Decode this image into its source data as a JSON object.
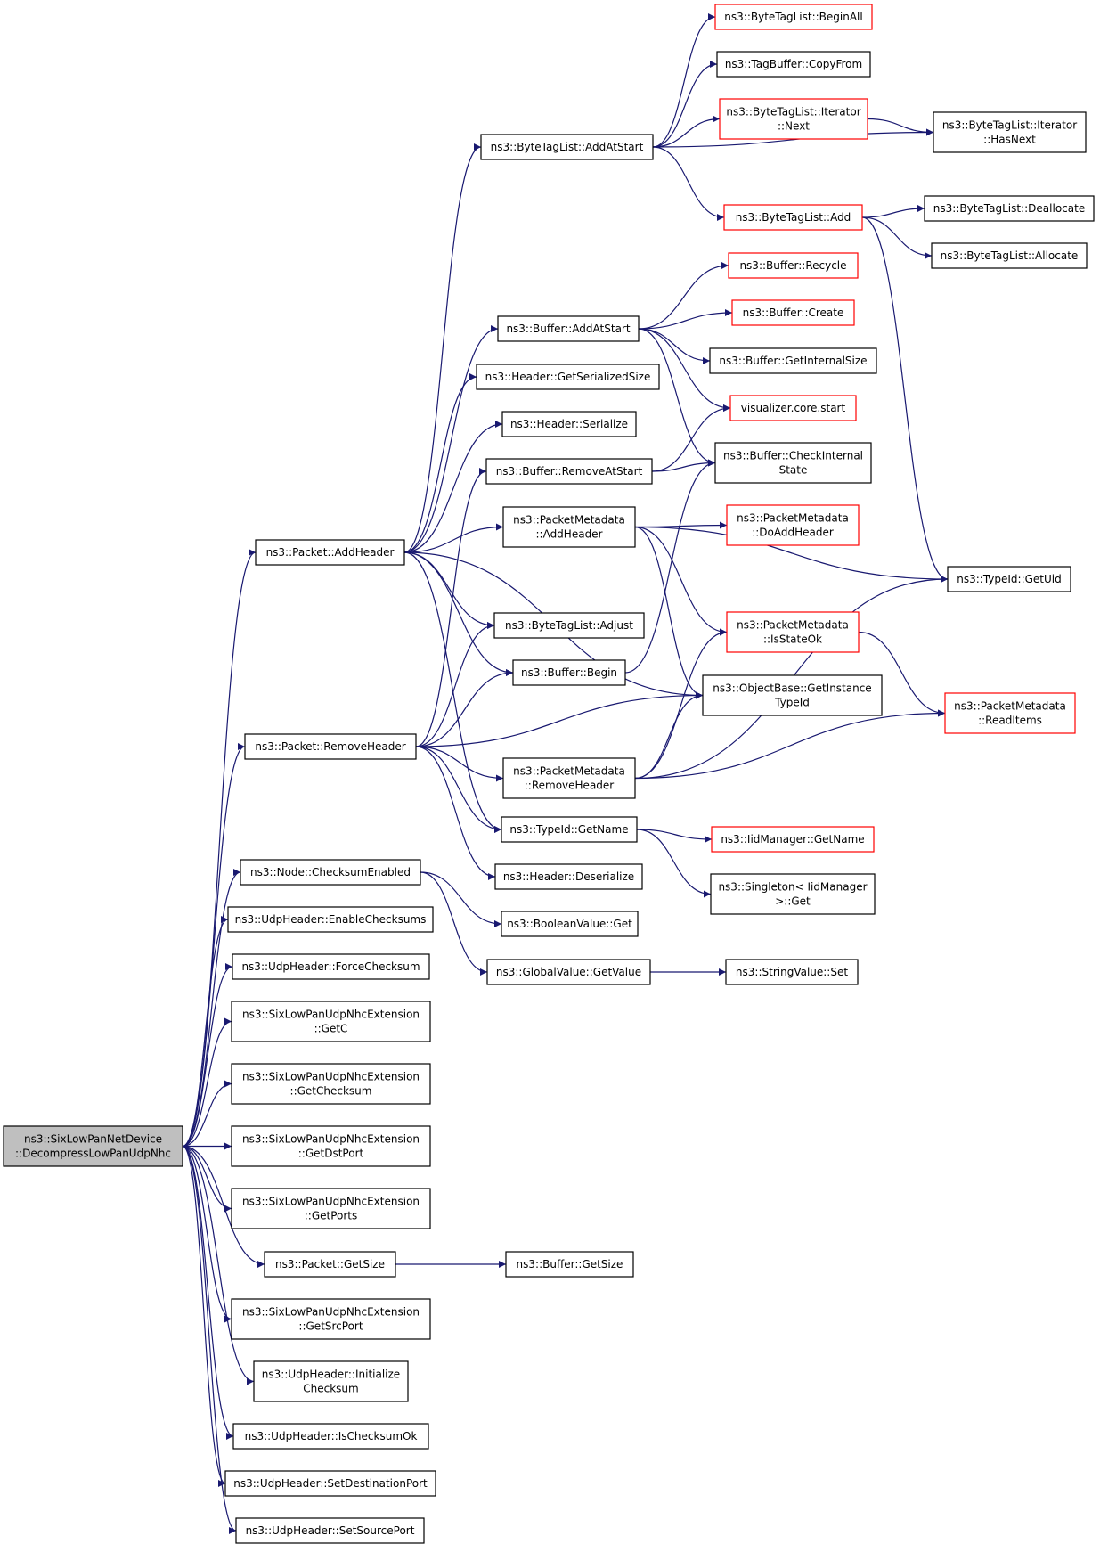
{
  "colors": {
    "edge": "#191970",
    "node_border": "#000000",
    "node_border_truncated": "#ff0000",
    "root_fill": "#bfbfbf",
    "node_fill": "#ffffff"
  },
  "nodes": [
    {
      "id": "root",
      "lines": [
        "ns3::SixLowPanNetDevice",
        "::DecompressLowPanUdpNhc"
      ],
      "style": "root"
    },
    {
      "id": "addHeader",
      "lines": [
        "ns3::Packet::AddHeader"
      ],
      "style": "normal"
    },
    {
      "id": "removeHeader",
      "lines": [
        "ns3::Packet::RemoveHeader"
      ],
      "style": "normal"
    },
    {
      "id": "checksumEnabled",
      "lines": [
        "ns3::Node::ChecksumEnabled"
      ],
      "style": "normal"
    },
    {
      "id": "enableChecksums",
      "lines": [
        "ns3::UdpHeader::EnableChecksums"
      ],
      "style": "normal"
    },
    {
      "id": "forceChecksum",
      "lines": [
        "ns3::UdpHeader::ForceChecksum"
      ],
      "style": "normal"
    },
    {
      "id": "getC",
      "lines": [
        "ns3::SixLowPanUdpNhcExtension",
        "::GetC"
      ],
      "style": "normal"
    },
    {
      "id": "getChecksum",
      "lines": [
        "ns3::SixLowPanUdpNhcExtension",
        "::GetChecksum"
      ],
      "style": "normal"
    },
    {
      "id": "getDstPort",
      "lines": [
        "ns3::SixLowPanUdpNhcExtension",
        "::GetDstPort"
      ],
      "style": "normal"
    },
    {
      "id": "getPorts",
      "lines": [
        "ns3::SixLowPanUdpNhcExtension",
        "::GetPorts"
      ],
      "style": "normal"
    },
    {
      "id": "packetGetSize",
      "lines": [
        "ns3::Packet::GetSize"
      ],
      "style": "normal"
    },
    {
      "id": "getSrcPort",
      "lines": [
        "ns3::SixLowPanUdpNhcExtension",
        "::GetSrcPort"
      ],
      "style": "normal"
    },
    {
      "id": "initChecksum",
      "lines": [
        "ns3::UdpHeader::Initialize",
        "Checksum"
      ],
      "style": "normal"
    },
    {
      "id": "isChecksumOk",
      "lines": [
        "ns3::UdpHeader::IsChecksumOk"
      ],
      "style": "normal"
    },
    {
      "id": "setDstPort",
      "lines": [
        "ns3::UdpHeader::SetDestinationPort"
      ],
      "style": "normal"
    },
    {
      "id": "setSrcPort",
      "lines": [
        "ns3::UdpHeader::SetSourcePort"
      ],
      "style": "normal"
    },
    {
      "id": "btlAddAtStart",
      "lines": [
        "ns3::ByteTagList::AddAtStart"
      ],
      "style": "normal"
    },
    {
      "id": "bufAddAtStart",
      "lines": [
        "ns3::Buffer::AddAtStart"
      ],
      "style": "normal"
    },
    {
      "id": "hdrGetSerSize",
      "lines": [
        "ns3::Header::GetSerializedSize"
      ],
      "style": "normal"
    },
    {
      "id": "hdrSerialize",
      "lines": [
        "ns3::Header::Serialize"
      ],
      "style": "normal"
    },
    {
      "id": "bufRemoveAtStart",
      "lines": [
        "ns3::Buffer::RemoveAtStart"
      ],
      "style": "normal"
    },
    {
      "id": "pmAddHeader",
      "lines": [
        "ns3::PacketMetadata",
        "::AddHeader"
      ],
      "style": "normal"
    },
    {
      "id": "btlAdjust",
      "lines": [
        "ns3::ByteTagList::Adjust"
      ],
      "style": "normal"
    },
    {
      "id": "bufBegin",
      "lines": [
        "ns3::Buffer::Begin"
      ],
      "style": "normal"
    },
    {
      "id": "pmRemoveHeader",
      "lines": [
        "ns3::PacketMetadata",
        "::RemoveHeader"
      ],
      "style": "normal"
    },
    {
      "id": "tidGetName",
      "lines": [
        "ns3::TypeId::GetName"
      ],
      "style": "normal"
    },
    {
      "id": "hdrDeserialize",
      "lines": [
        "ns3::Header::Deserialize"
      ],
      "style": "normal"
    },
    {
      "id": "boolGet",
      "lines": [
        "ns3::BooleanValue::Get"
      ],
      "style": "normal"
    },
    {
      "id": "gvGetValue",
      "lines": [
        "ns3::GlobalValue::GetValue"
      ],
      "style": "normal"
    },
    {
      "id": "bufGetSize",
      "lines": [
        "ns3::Buffer::GetSize"
      ],
      "style": "normal"
    },
    {
      "id": "btlBeginAll",
      "lines": [
        "ns3::ByteTagList::BeginAll"
      ],
      "style": "truncated"
    },
    {
      "id": "tbCopyFrom",
      "lines": [
        "ns3::TagBuffer::CopyFrom"
      ],
      "style": "normal"
    },
    {
      "id": "btliNext",
      "lines": [
        "ns3::ByteTagList::Iterator",
        "::Next"
      ],
      "style": "truncated"
    },
    {
      "id": "btlAdd",
      "lines": [
        "ns3::ByteTagList::Add"
      ],
      "style": "truncated"
    },
    {
      "id": "bufRecycle",
      "lines": [
        "ns3::Buffer::Recycle"
      ],
      "style": "truncated"
    },
    {
      "id": "bufCreate",
      "lines": [
        "ns3::Buffer::Create"
      ],
      "style": "truncated"
    },
    {
      "id": "bufGetInternalSize",
      "lines": [
        "ns3::Buffer::GetInternalSize"
      ],
      "style": "normal"
    },
    {
      "id": "vizStart",
      "lines": [
        "visualizer.core.start"
      ],
      "style": "truncated"
    },
    {
      "id": "bufCheckInternal",
      "lines": [
        "ns3::Buffer::CheckInternal",
        "State"
      ],
      "style": "normal"
    },
    {
      "id": "pmDoAddHeader",
      "lines": [
        "ns3::PacketMetadata",
        "::DoAddHeader"
      ],
      "style": "truncated"
    },
    {
      "id": "pmIsStateOk",
      "lines": [
        "ns3::PacketMetadata",
        "::IsStateOk"
      ],
      "style": "truncated"
    },
    {
      "id": "obGetInstTypeId",
      "lines": [
        "ns3::ObjectBase::GetInstance",
        "TypeId"
      ],
      "style": "normal"
    },
    {
      "id": "iidGetName",
      "lines": [
        "ns3::IidManager::GetName"
      ],
      "style": "truncated"
    },
    {
      "id": "singletonGet",
      "lines": [
        "ns3::Singleton< IidManager",
        ">::Get"
      ],
      "style": "normal"
    },
    {
      "id": "strSet",
      "lines": [
        "ns3::StringValue::Set"
      ],
      "style": "normal"
    },
    {
      "id": "btliHasNext",
      "lines": [
        "ns3::ByteTagList::Iterator",
        "::HasNext"
      ],
      "style": "normal"
    },
    {
      "id": "btlDealloc",
      "lines": [
        "ns3::ByteTagList::Deallocate"
      ],
      "style": "normal"
    },
    {
      "id": "btlAlloc",
      "lines": [
        "ns3::ByteTagList::Allocate"
      ],
      "style": "normal"
    },
    {
      "id": "tidGetUid",
      "lines": [
        "ns3::TypeId::GetUid"
      ],
      "style": "normal"
    },
    {
      "id": "pmReadItems",
      "lines": [
        "ns3::PacketMetadata",
        "::ReadItems"
      ],
      "style": "truncated"
    }
  ],
  "edges": [
    [
      "root",
      "addHeader"
    ],
    [
      "root",
      "removeHeader"
    ],
    [
      "root",
      "checksumEnabled"
    ],
    [
      "root",
      "enableChecksums"
    ],
    [
      "root",
      "forceChecksum"
    ],
    [
      "root",
      "getC"
    ],
    [
      "root",
      "getChecksum"
    ],
    [
      "root",
      "getDstPort"
    ],
    [
      "root",
      "getPorts"
    ],
    [
      "root",
      "packetGetSize"
    ],
    [
      "root",
      "getSrcPort"
    ],
    [
      "root",
      "initChecksum"
    ],
    [
      "root",
      "isChecksumOk"
    ],
    [
      "root",
      "setDstPort"
    ],
    [
      "root",
      "setSrcPort"
    ],
    [
      "addHeader",
      "btlAddAtStart"
    ],
    [
      "addHeader",
      "bufAddAtStart"
    ],
    [
      "addHeader",
      "hdrGetSerSize"
    ],
    [
      "addHeader",
      "hdrSerialize"
    ],
    [
      "addHeader",
      "pmAddHeader"
    ],
    [
      "addHeader",
      "btlAdjust"
    ],
    [
      "addHeader",
      "bufBegin"
    ],
    [
      "addHeader",
      "obGetInstTypeId"
    ],
    [
      "addHeader",
      "tidGetName"
    ],
    [
      "removeHeader",
      "bufRemoveAtStart"
    ],
    [
      "removeHeader",
      "btlAdjust"
    ],
    [
      "removeHeader",
      "bufBegin"
    ],
    [
      "removeHeader",
      "obGetInstTypeId"
    ],
    [
      "removeHeader",
      "pmRemoveHeader"
    ],
    [
      "removeHeader",
      "tidGetName"
    ],
    [
      "removeHeader",
      "hdrDeserialize"
    ],
    [
      "checksumEnabled",
      "boolGet"
    ],
    [
      "checksumEnabled",
      "gvGetValue"
    ],
    [
      "packetGetSize",
      "bufGetSize"
    ],
    [
      "btlAddAtStart",
      "btlBeginAll"
    ],
    [
      "btlAddAtStart",
      "tbCopyFrom"
    ],
    [
      "btlAddAtStart",
      "btliNext"
    ],
    [
      "btlAddAtStart",
      "btliHasNext"
    ],
    [
      "btlAddAtStart",
      "btlAdd"
    ],
    [
      "btliNext",
      "btliHasNext"
    ],
    [
      "btlAdd",
      "btlDealloc"
    ],
    [
      "btlAdd",
      "btlAlloc"
    ],
    [
      "btlAdd",
      "tidGetUid"
    ],
    [
      "bufAddAtStart",
      "bufRecycle"
    ],
    [
      "bufAddAtStart",
      "bufCreate"
    ],
    [
      "bufAddAtStart",
      "bufGetInternalSize"
    ],
    [
      "bufAddAtStart",
      "vizStart"
    ],
    [
      "bufAddAtStart",
      "bufCheckInternal"
    ],
    [
      "bufRemoveAtStart",
      "vizStart"
    ],
    [
      "bufRemoveAtStart",
      "bufCheckInternal"
    ],
    [
      "bufBegin",
      "bufCheckInternal"
    ],
    [
      "pmAddHeader",
      "pmDoAddHeader"
    ],
    [
      "pmAddHeader",
      "tidGetUid"
    ],
    [
      "pmAddHeader",
      "pmIsStateOk"
    ],
    [
      "pmAddHeader",
      "obGetInstTypeId"
    ],
    [
      "pmRemoveHeader",
      "pmIsStateOk"
    ],
    [
      "pmRemoveHeader",
      "obGetInstTypeId"
    ],
    [
      "pmRemoveHeader",
      "tidGetUid"
    ],
    [
      "pmRemoveHeader",
      "pmReadItems"
    ],
    [
      "pmIsStateOk",
      "pmReadItems"
    ],
    [
      "tidGetName",
      "iidGetName"
    ],
    [
      "tidGetName",
      "singletonGet"
    ],
    [
      "gvGetValue",
      "strSet"
    ]
  ]
}
